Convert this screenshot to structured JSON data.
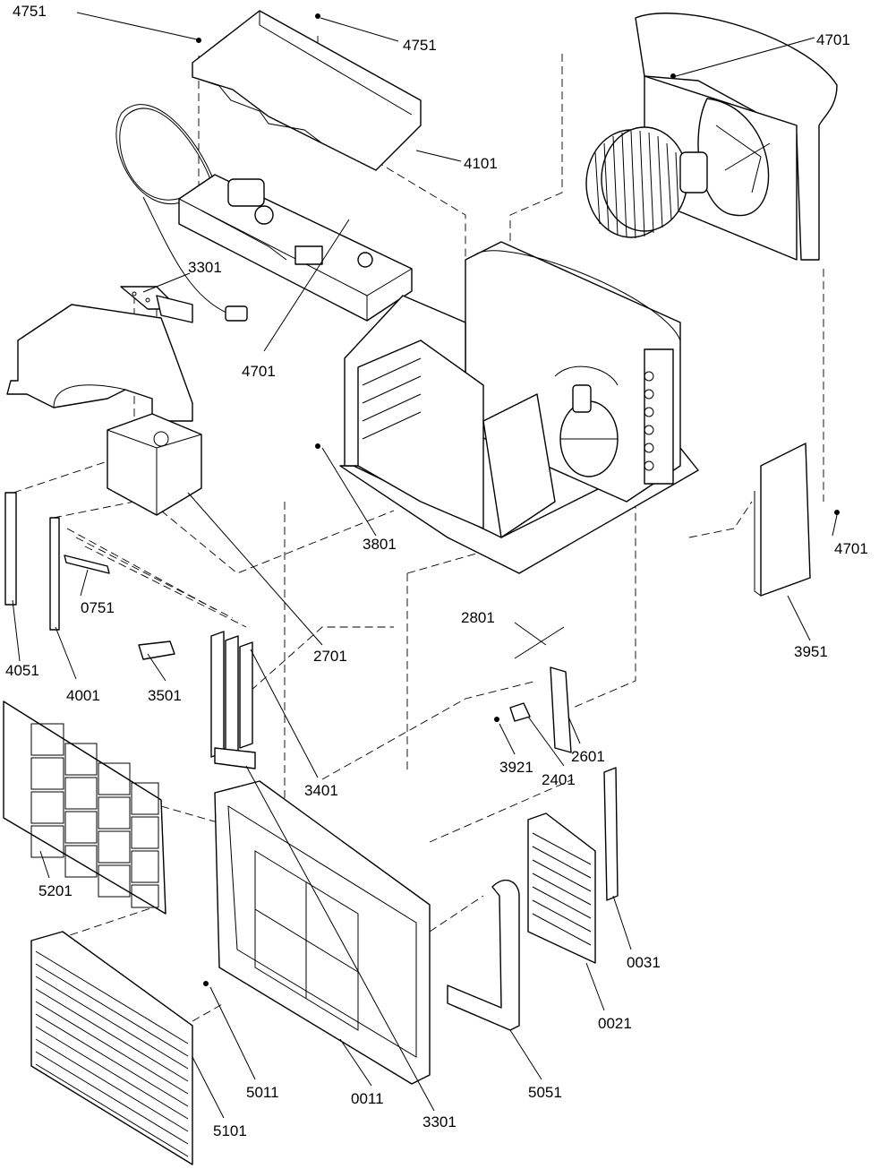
{
  "callouts": {
    "c4751a": "4751",
    "c4751b": "4751",
    "c4701a": "4701",
    "c4101": "4101",
    "c3301a": "3301",
    "c4701b": "4701",
    "c3801": "3801",
    "c2701": "2701",
    "c4701c": "4701",
    "c3951": "3951",
    "c0751": "0751",
    "c4051": "4051",
    "c4001": "4001",
    "c3501": "3501",
    "c3401": "3401",
    "c2801": "2801",
    "c2601": "2601",
    "c3921": "3921",
    "c2401": "2401",
    "c5201": "5201",
    "c0031": "0031",
    "c0021": "0021",
    "c5011": "5011",
    "c0011": "0011",
    "c5051": "5051",
    "c5101": "5101",
    "c3301b": "3301"
  }
}
